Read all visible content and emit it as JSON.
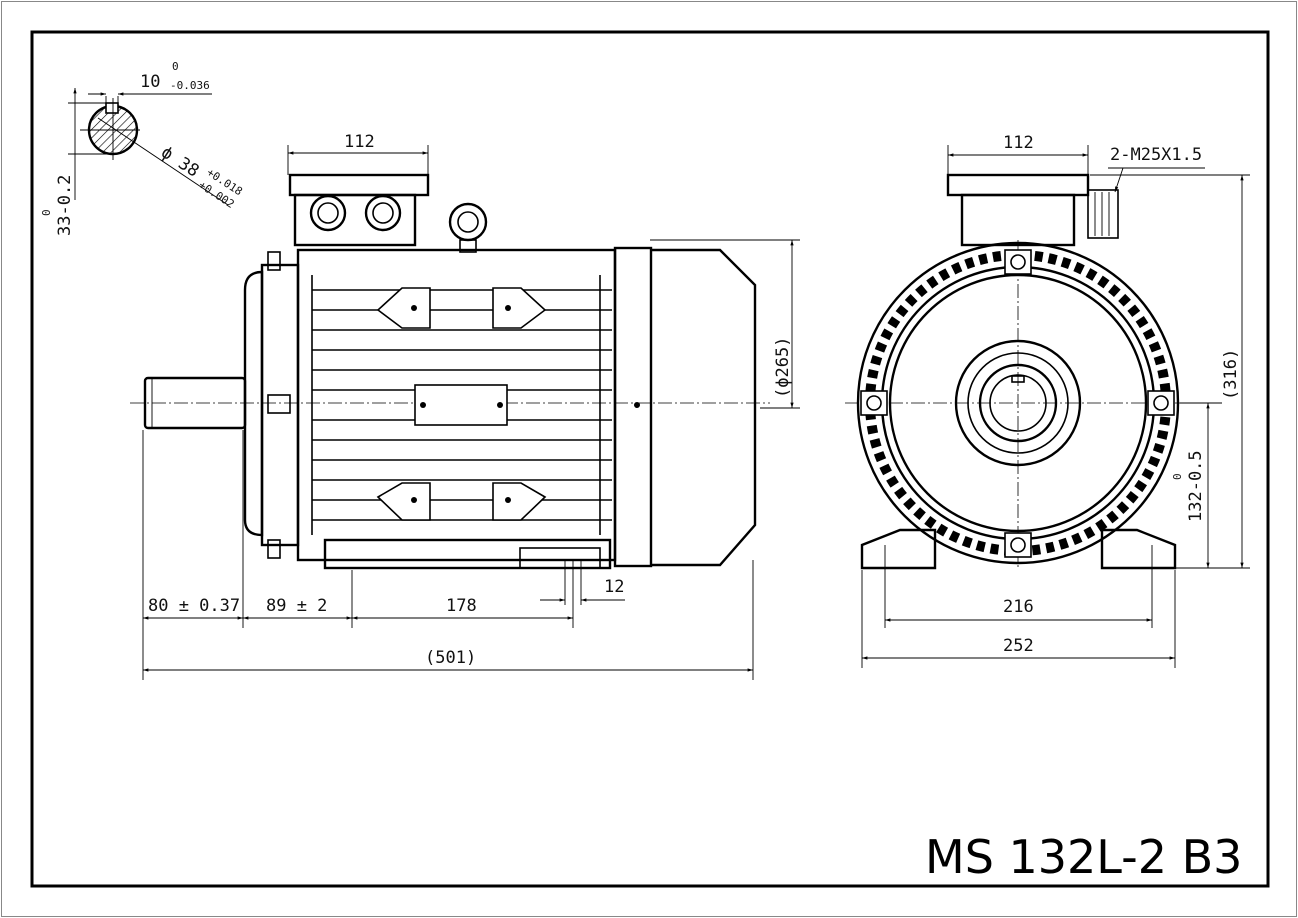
{
  "title": "MS 132L-2 B3",
  "shaft_detail": {
    "key_width": "10",
    "key_width_tol_upper": "0",
    "key_width_tol_lower": "-0.036",
    "diameter": "ϕ 38",
    "diameter_tol_upper": "+0.018",
    "diameter_tol_lower": "+0.002",
    "key_height": "33-0.2",
    "key_height_tol_upper": "0"
  },
  "side_view": {
    "terminal_box_width": "112",
    "fan_cover_diameter": "(ϕ265)",
    "shaft_length": "80 ± 0.37",
    "shaft_shoulder_to_foot": "89 ± 2",
    "foot_hole_spacing": "178",
    "foot_hole_dia": "12",
    "overall_length": "(501)"
  },
  "front_view": {
    "terminal_box_width": "112",
    "cable_gland": "2-M25X1.5",
    "overall_height": "(316)",
    "shaft_height": "132-0.5",
    "shaft_height_tol_upper": "0",
    "foot_hole_spacing": "216",
    "foot_width": "252"
  }
}
